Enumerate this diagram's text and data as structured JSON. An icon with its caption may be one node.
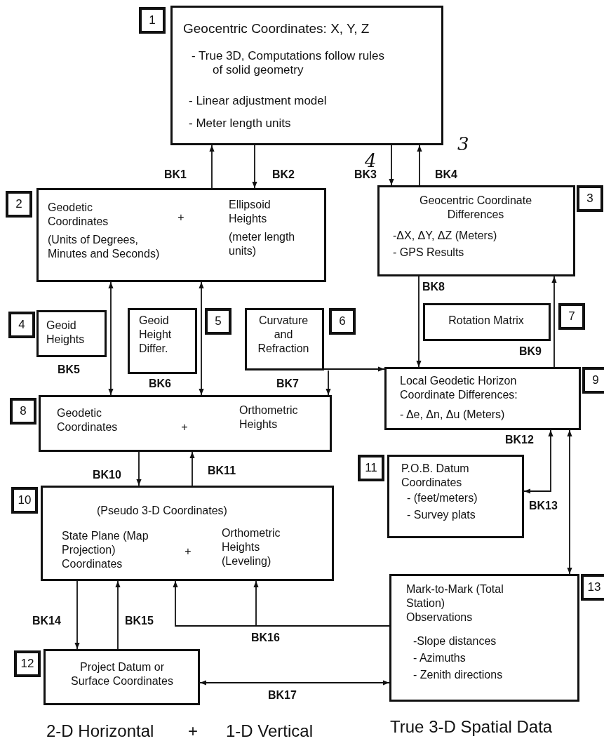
{
  "diagram": {
    "nodes": [
      {
        "text": [
          "1",
          "Geocentric Coordinates: X, Y, Z",
          "- True 3D, Computations follow rules of solid geometry",
          "- Linear adjustment model",
          "- Meter length units"
        ]
      },
      {
        "text": [
          "2",
          "Geodetic Coordinates",
          "+",
          "Ellipsoid Heights",
          "(Units of Degrees, Minutes and Seconds)",
          "(meter length units)"
        ]
      },
      {
        "text": [
          "Geocentric Coordinate Differences",
          "-ΔX, ΔY, ΔZ (Meters)",
          "- GPS Results",
          "3"
        ]
      },
      {
        "text": [
          "4",
          "Geoid Heights"
        ]
      },
      {
        "text": [
          "Geoid Height Differ.",
          "5"
        ]
      },
      {
        "text": [
          "Curvature and Refraction",
          "6"
        ]
      },
      {
        "text": [
          "Rotation Matrix",
          "7"
        ]
      },
      {
        "text": [
          "8",
          "Geodetic Coordinates",
          "+",
          "Orthometric Heights"
        ]
      },
      {
        "text": [
          "Local Geodetic Horizon Coordinate Differences:",
          "- Δe, Δn, Δu (Meters)",
          "9"
        ]
      },
      {
        "text": [
          "10",
          "(Pseudo 3-D Coordinates)",
          "State Plane (Map Projection) Coordinates",
          "+",
          "Orthometric Heights (Leveling)"
        ]
      },
      {
        "text": [
          "11",
          "P.O.B. Datum Coordinates",
          "- (feet/meters)",
          "- Survey plats"
        ]
      },
      {
        "text": [
          "12",
          "Project Datum or Surface Coordinates"
        ]
      },
      {
        "text": [
          "Mark-to-Mark (Total Station) Observations",
          "-Slope distances",
          "- Azimuths",
          "- Zenith directions",
          "13"
        ]
      }
    ],
    "edges": [
      {
        "from": 1,
        "to": 0,
        "arrow": "to",
        "label": "BK1"
      },
      {
        "from": 0,
        "to": 1,
        "arrow": "to",
        "label": "BK2"
      },
      {
        "from": 0,
        "to": 2,
        "arrow": "to",
        "label": "BK3"
      },
      {
        "from": 2,
        "to": 0,
        "arrow": "to",
        "label": "BK4"
      },
      {
        "from": 1,
        "to": 7,
        "arrow": "both",
        "label": "BK5"
      },
      {
        "from": 1,
        "to": 7,
        "arrow": "both",
        "label": "BK6"
      },
      {
        "from": 5,
        "to": 7,
        "arrow": "to",
        "label": "BK7"
      },
      {
        "from": 5,
        "to": 8,
        "arrow": "to"
      },
      {
        "from": 2,
        "to": 8,
        "arrow": "to",
        "label": "BK8"
      },
      {
        "from": 8,
        "to": 2,
        "arrow": "to",
        "label": "BK9"
      },
      {
        "from": 10,
        "to": 8,
        "arrow": "both",
        "label": "BK12"
      },
      {
        "from": 8,
        "to": 12,
        "arrow": "both",
        "label": "BK13"
      },
      {
        "from": 7,
        "to": 9,
        "arrow": "to",
        "label": "BK10"
      },
      {
        "from": 9,
        "to": 7,
        "arrow": "to",
        "label": "BK11"
      },
      {
        "from": 9,
        "to": 11,
        "arrow": "to",
        "label": "BK14"
      },
      {
        "from": 11,
        "to": 9,
        "arrow": "to",
        "label": "BK15"
      },
      {
        "from": 12,
        "to": 9,
        "arrow": "to",
        "label": "BK16"
      },
      {
        "from": 12,
        "to": 9,
        "arrow": "to"
      },
      {
        "from": 11,
        "to": 12,
        "arrow": "both",
        "label": "BK17"
      }
    ],
    "labels": [
      "4",
      "3",
      "2-D Horizontal",
      "+",
      "1-D Vertical",
      "True 3-D Spatial Data"
    ]
  }
}
